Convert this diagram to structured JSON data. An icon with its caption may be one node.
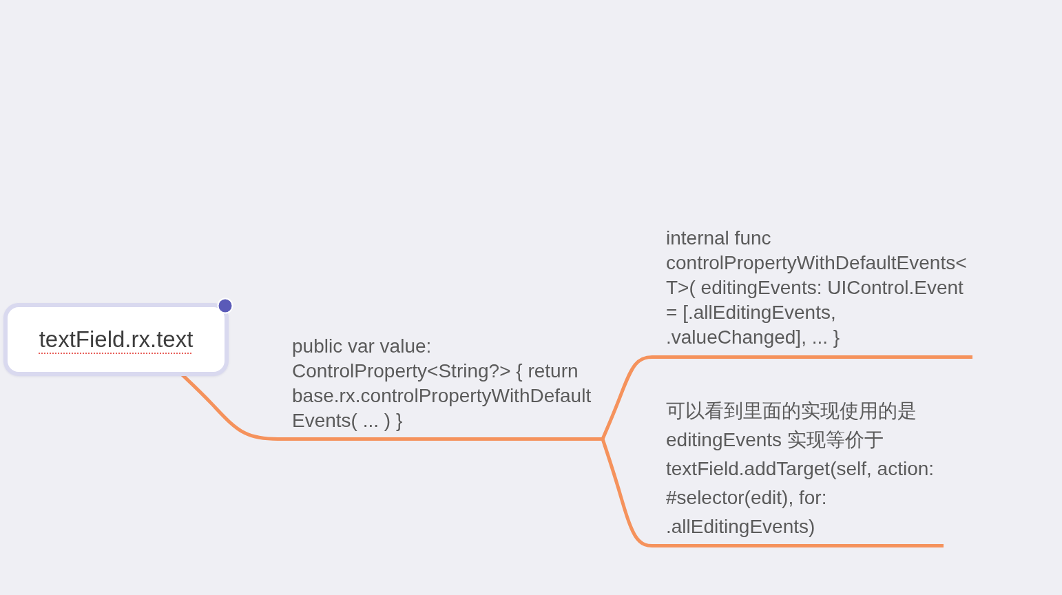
{
  "diagram": {
    "nodes": [
      {
        "text": [
          "textField.rx.text"
        ]
      },
      {
        "text": [
          "public var value: ControlProperty<String?> { return base.rx.controlPropertyWithDefaultEvents( ... ) }"
        ]
      },
      {
        "text": [
          "internal func controlPropertyWithDefaultEvents<T>( editingEvents: UIControl.Event = [.allEditingEvents, .valueChanged], ... }"
        ]
      },
      {
        "text": [
          "可以看到里面的实现使用的是 editingEvents 实现等价于 textField.addTarget(self, action: #selector(edit), for: .allEditingEvents)"
        ]
      }
    ],
    "edges": [
      {
        "from": 0,
        "to": 1,
        "arrow": "none"
      },
      {
        "from": 1,
        "to": 2,
        "arrow": "none"
      },
      {
        "from": 1,
        "to": 3,
        "arrow": "none"
      }
    ]
  }
}
